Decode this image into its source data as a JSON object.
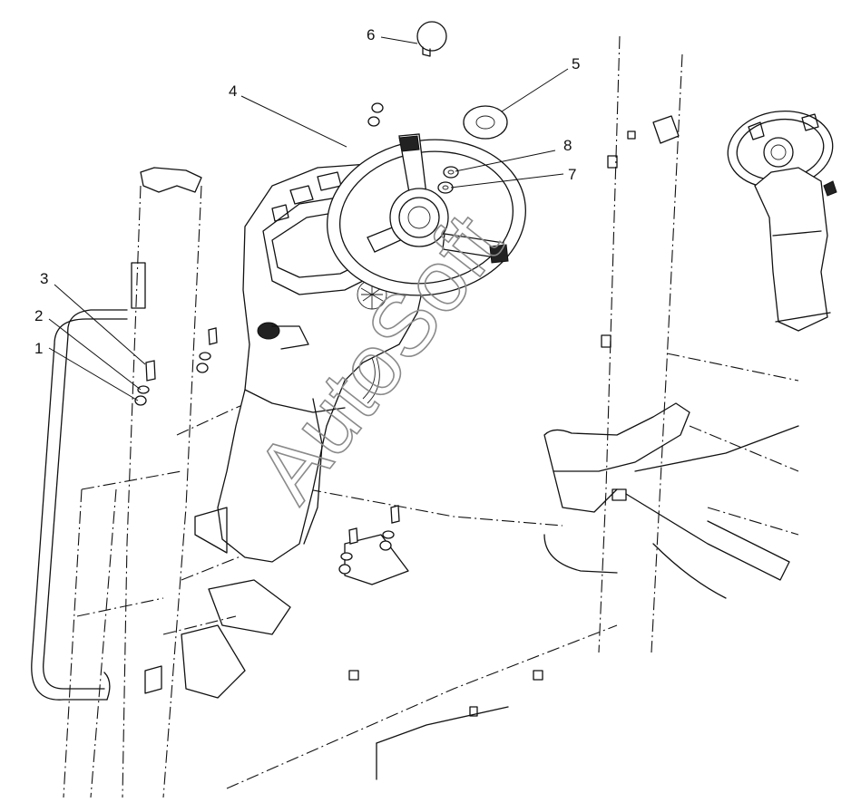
{
  "callouts": [
    {
      "id": "1",
      "label": "1"
    },
    {
      "id": "2",
      "label": "2"
    },
    {
      "id": "3",
      "label": "3"
    },
    {
      "id": "4",
      "label": "4"
    },
    {
      "id": "5",
      "label": "5"
    },
    {
      "id": "6",
      "label": "6"
    },
    {
      "id": "7",
      "label": "7"
    },
    {
      "id": "8",
      "label": "8"
    }
  ],
  "watermark": "AutoSoft",
  "colors": {
    "ink": "#111111",
    "background": "#ffffff",
    "watermark": "#8a8a8a"
  }
}
